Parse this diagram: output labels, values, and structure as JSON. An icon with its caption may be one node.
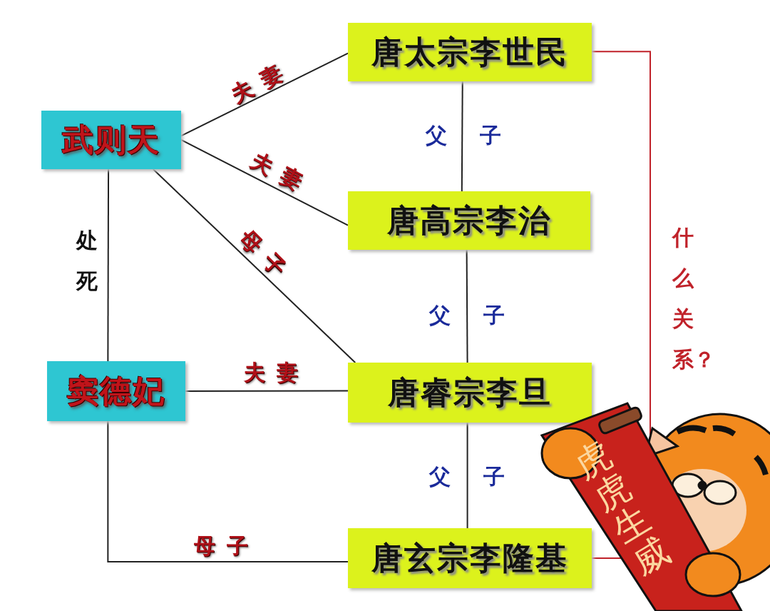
{
  "diagram": {
    "nodes": [
      {
        "text": [
          "唐太宗李世民"
        ]
      },
      {
        "text": [
          "武则天"
        ]
      },
      {
        "text": [
          "唐高宗李治"
        ]
      },
      {
        "text": [
          "窦德妃"
        ]
      },
      {
        "text": [
          "唐睿宗李旦"
        ]
      },
      {
        "text": [
          "唐玄宗李隆基"
        ]
      }
    ],
    "edges": [
      {
        "from": 1,
        "to": 0,
        "arrow": "none",
        "label": "夫妻"
      },
      {
        "from": 1,
        "to": 2,
        "arrow": "none",
        "label": "夫妻"
      },
      {
        "from": 1,
        "to": 4,
        "arrow": "none",
        "label": "母子"
      },
      {
        "from": 1,
        "to": 3,
        "arrow": "none",
        "label": "处死"
      },
      {
        "from": 3,
        "to": 4,
        "arrow": "none",
        "label": "夫妻"
      },
      {
        "from": 3,
        "to": 5,
        "arrow": "none",
        "label": "母子"
      },
      {
        "from": 0,
        "to": 2,
        "arrow": "none",
        "label": "父子"
      },
      {
        "from": 2,
        "to": 4,
        "arrow": "none",
        "label": "父子"
      },
      {
        "from": 4,
        "to": 5,
        "arrow": "none",
        "label": "父子"
      },
      {
        "from": 0,
        "to": 5,
        "arrow": "none",
        "label": "什么关系？",
        "color": "#c0222a"
      }
    ],
    "labels": [
      "虎虎生威"
    ]
  }
}
